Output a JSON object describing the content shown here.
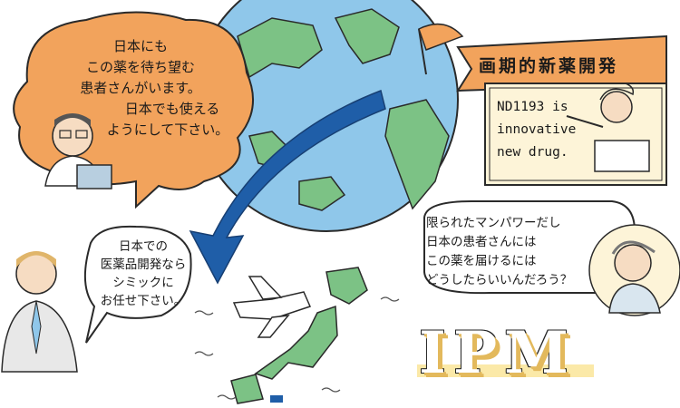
{
  "bubble_left": {
    "lines": [
      "日本にも",
      "この薬を待ち望む",
      "患者さんがいます。",
      "日本でも使える",
      "ようにして下さい。"
    ]
  },
  "bubble_lower_left": {
    "lines": [
      "日本での",
      "医薬品開発なら",
      "シミックに",
      "お任せ下さい。"
    ]
  },
  "bubble_right": {
    "lines": [
      "限られたマンパワーだし",
      "日本の患者さんには",
      "この薬を届けるには",
      "どうしたらいいんだろう？"
    ]
  },
  "banner": {
    "text": "画期的新薬開発"
  },
  "board": {
    "lines": [
      "ND1193 is",
      "innovative",
      "new drug."
    ]
  },
  "logo": {
    "text": "IPM"
  },
  "colors": {
    "ocean": "#8fc7ea",
    "land": "#7cc285",
    "bubble_orange": "#f2a35c",
    "cream": "#fdf4d8",
    "arrow_blue": "#1f5ea8",
    "ipm_shadow": "#e3b95c"
  }
}
